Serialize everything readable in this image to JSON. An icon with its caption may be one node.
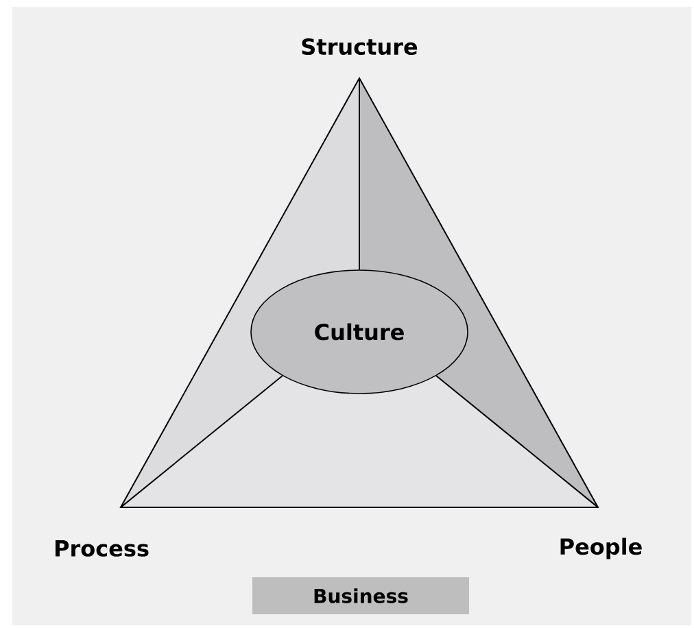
{
  "diagram": {
    "nodes": [
      {
        "text": [],
        "shape": "triangle"
      },
      {
        "text": [
          "Culture"
        ],
        "in": 0
      },
      {
        "text": [
          "Business"
        ]
      }
    ],
    "edges": [
      {
        "from": 1,
        "to": 0,
        "arrow": "none"
      },
      {
        "from": 1,
        "to": 0,
        "arrow": "none"
      },
      {
        "from": 1,
        "to": 0,
        "arrow": "none"
      }
    ],
    "labels": [
      "Structure",
      "Process",
      "People"
    ]
  }
}
